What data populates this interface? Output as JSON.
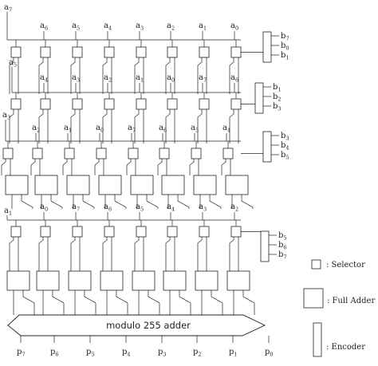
{
  "rows": [
    {
      "input_labels": [
        {
          "base": "a",
          "sub": "6"
        },
        {
          "base": "a",
          "sub": "5"
        },
        {
          "base": "a",
          "sub": "4"
        },
        {
          "base": "a",
          "sub": "3"
        },
        {
          "base": "a",
          "sub": "2"
        },
        {
          "base": "a",
          "sub": "1"
        },
        {
          "base": "a",
          "sub": "0"
        }
      ],
      "control_label": {
        "base": "a",
        "sub": "7"
      },
      "encoder_outputs": [
        {
          "base": "b",
          "sub": "7"
        },
        {
          "base": "b",
          "sub": "0"
        },
        {
          "base": "b",
          "sub": "1"
        }
      ]
    },
    {
      "input_labels": [
        {
          "base": "a",
          "sub": "4"
        },
        {
          "base": "a",
          "sub": "3"
        },
        {
          "base": "a",
          "sub": "2"
        },
        {
          "base": "a",
          "sub": "1"
        },
        {
          "base": "a",
          "sub": "0"
        },
        {
          "base": "a",
          "sub": "7"
        },
        {
          "base": "a",
          "sub": "6"
        }
      ],
      "control_label": {
        "base": "a",
        "sub": "5"
      },
      "encoder_outputs": [
        {
          "base": "b",
          "sub": "1"
        },
        {
          "base": "b",
          "sub": "2"
        },
        {
          "base": "b",
          "sub": "3"
        }
      ]
    },
    {
      "input_labels": [
        {
          "base": "a",
          "sub": "2"
        },
        {
          "base": "a",
          "sub": "1"
        },
        {
          "base": "a",
          "sub": "0"
        },
        {
          "base": "a",
          "sub": "7"
        },
        {
          "base": "a",
          "sub": "6"
        },
        {
          "base": "a",
          "sub": "5"
        },
        {
          "base": "a",
          "sub": "4"
        }
      ],
      "control_label": {
        "base": "a",
        "sub": "3"
      },
      "encoder_outputs": [
        {
          "base": "b",
          "sub": "3"
        },
        {
          "base": "b",
          "sub": "4"
        },
        {
          "base": "b",
          "sub": "5"
        }
      ]
    },
    {
      "input_labels": [
        {
          "base": "a",
          "sub": "0"
        },
        {
          "base": "a",
          "sub": "7"
        },
        {
          "base": "a",
          "sub": "6"
        },
        {
          "base": "a",
          "sub": "5"
        },
        {
          "base": "a",
          "sub": "4"
        },
        {
          "base": "a",
          "sub": "3"
        },
        {
          "base": "a",
          "sub": "2"
        }
      ],
      "control_label": {
        "base": "a",
        "sub": "1"
      },
      "encoder_outputs": [
        {
          "base": "b",
          "sub": "5"
        },
        {
          "base": "b",
          "sub": "6"
        },
        {
          "base": "b",
          "sub": "7"
        }
      ]
    }
  ],
  "adder_label": "modulo 255 adder",
  "output_labels": [
    {
      "base": "p",
      "sub": "7"
    },
    {
      "base": "p",
      "sub": "6"
    },
    {
      "base": "p",
      "sub": "5"
    },
    {
      "base": "p",
      "sub": "4"
    },
    {
      "base": "p",
      "sub": "3"
    },
    {
      "base": "p",
      "sub": "2"
    },
    {
      "base": "p",
      "sub": "1"
    },
    {
      "base": "p",
      "sub": "0"
    }
  ],
  "legend": {
    "selector": ": Selector",
    "full_adder": ": Full Adder",
    "encoder": ": Encoder"
  }
}
